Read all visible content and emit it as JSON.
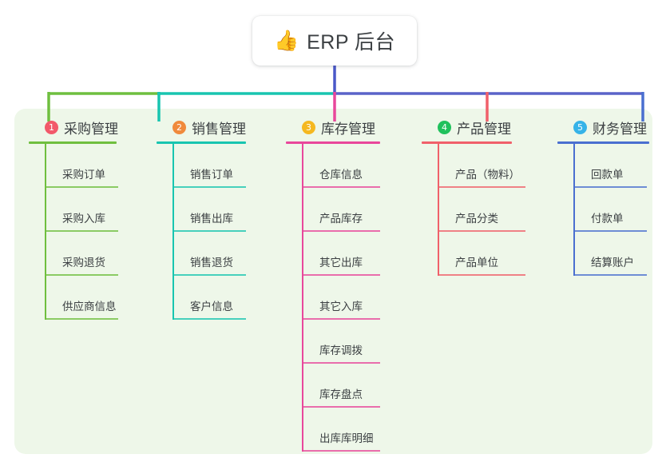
{
  "title": {
    "icon": "thumbs-up-icon",
    "emoji": "👍",
    "text": "ERP 后台"
  },
  "theme": {
    "panel_bg": "#eef7e9",
    "page_bg": "#ffffff",
    "text": "#3c4043",
    "root_stem": "#4a58c8"
  },
  "columns": [
    {
      "index": "1",
      "title": "采购管理",
      "color": "#6fbf3f",
      "badge_color": "#f2596a",
      "items": [
        "采购订单",
        "采购入库",
        "采购退货",
        "供应商信息"
      ]
    },
    {
      "index": "2",
      "title": "销售管理",
      "color": "#18c5b0",
      "badge_color": "#f08a3c",
      "items": [
        "销售订单",
        "销售出库",
        "销售退货",
        "客户信息"
      ]
    },
    {
      "index": "3",
      "title": "库存管理",
      "color": "#e8479b",
      "badge_color": "#f5b820",
      "items": [
        "仓库信息",
        "产品库存",
        "其它出库",
        "其它入库",
        "库存调拨",
        "库存盘点",
        "出库库明细"
      ]
    },
    {
      "index": "4",
      "title": "产品管理",
      "color": "#f0606a",
      "badge_color": "#20c15c",
      "items": [
        "产品（物料）",
        "产品分类",
        "产品单位"
      ]
    },
    {
      "index": "5",
      "title": "财务管理",
      "color": "#4a6fd0",
      "badge_color": "#36b3e8",
      "items": [
        "回款单",
        "付款单",
        "结算账户"
      ]
    }
  ]
}
